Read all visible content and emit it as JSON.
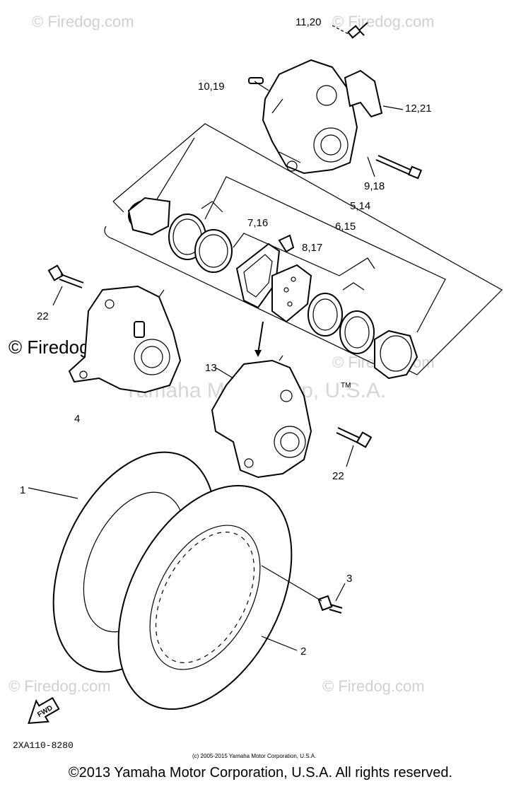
{
  "watermarks": {
    "firedog_top_left": "© Firedog.com",
    "firedog_top_right": "© Firedog.com",
    "firedog_mid_left": "© Firedog.com",
    "firedog_mid_right": "© Firedog.com",
    "firedog_bottom_left": "© Firedog.com",
    "firedog_bottom_right": "© Firedog.com",
    "yamaha_center": "Yamaha Motor Corp, U.S.A.",
    "tm": "TM"
  },
  "callouts": {
    "c_11_20": "11,20",
    "c_10_19": "10,19",
    "c_12_21": "12,21",
    "c_9_18": "9,18",
    "c_5_14": "5,14",
    "c_6_15": "6,15",
    "c_7_16": "7,16",
    "c_8_17": "8,17",
    "c_22_left": "22",
    "c_22_right": "22",
    "c_13": "13",
    "c_4": "4",
    "c_1": "1",
    "c_2": "2",
    "c_3": "3"
  },
  "fwd_label": "FWD",
  "diagram_code": "2XA110-8280",
  "small_copyright": "(c) 2005-2015 Yamaha Motor Corporation, U.S.A.",
  "footer_copyright": "©2013 Yamaha Motor Corporation, U.S.A. All rights reserved."
}
